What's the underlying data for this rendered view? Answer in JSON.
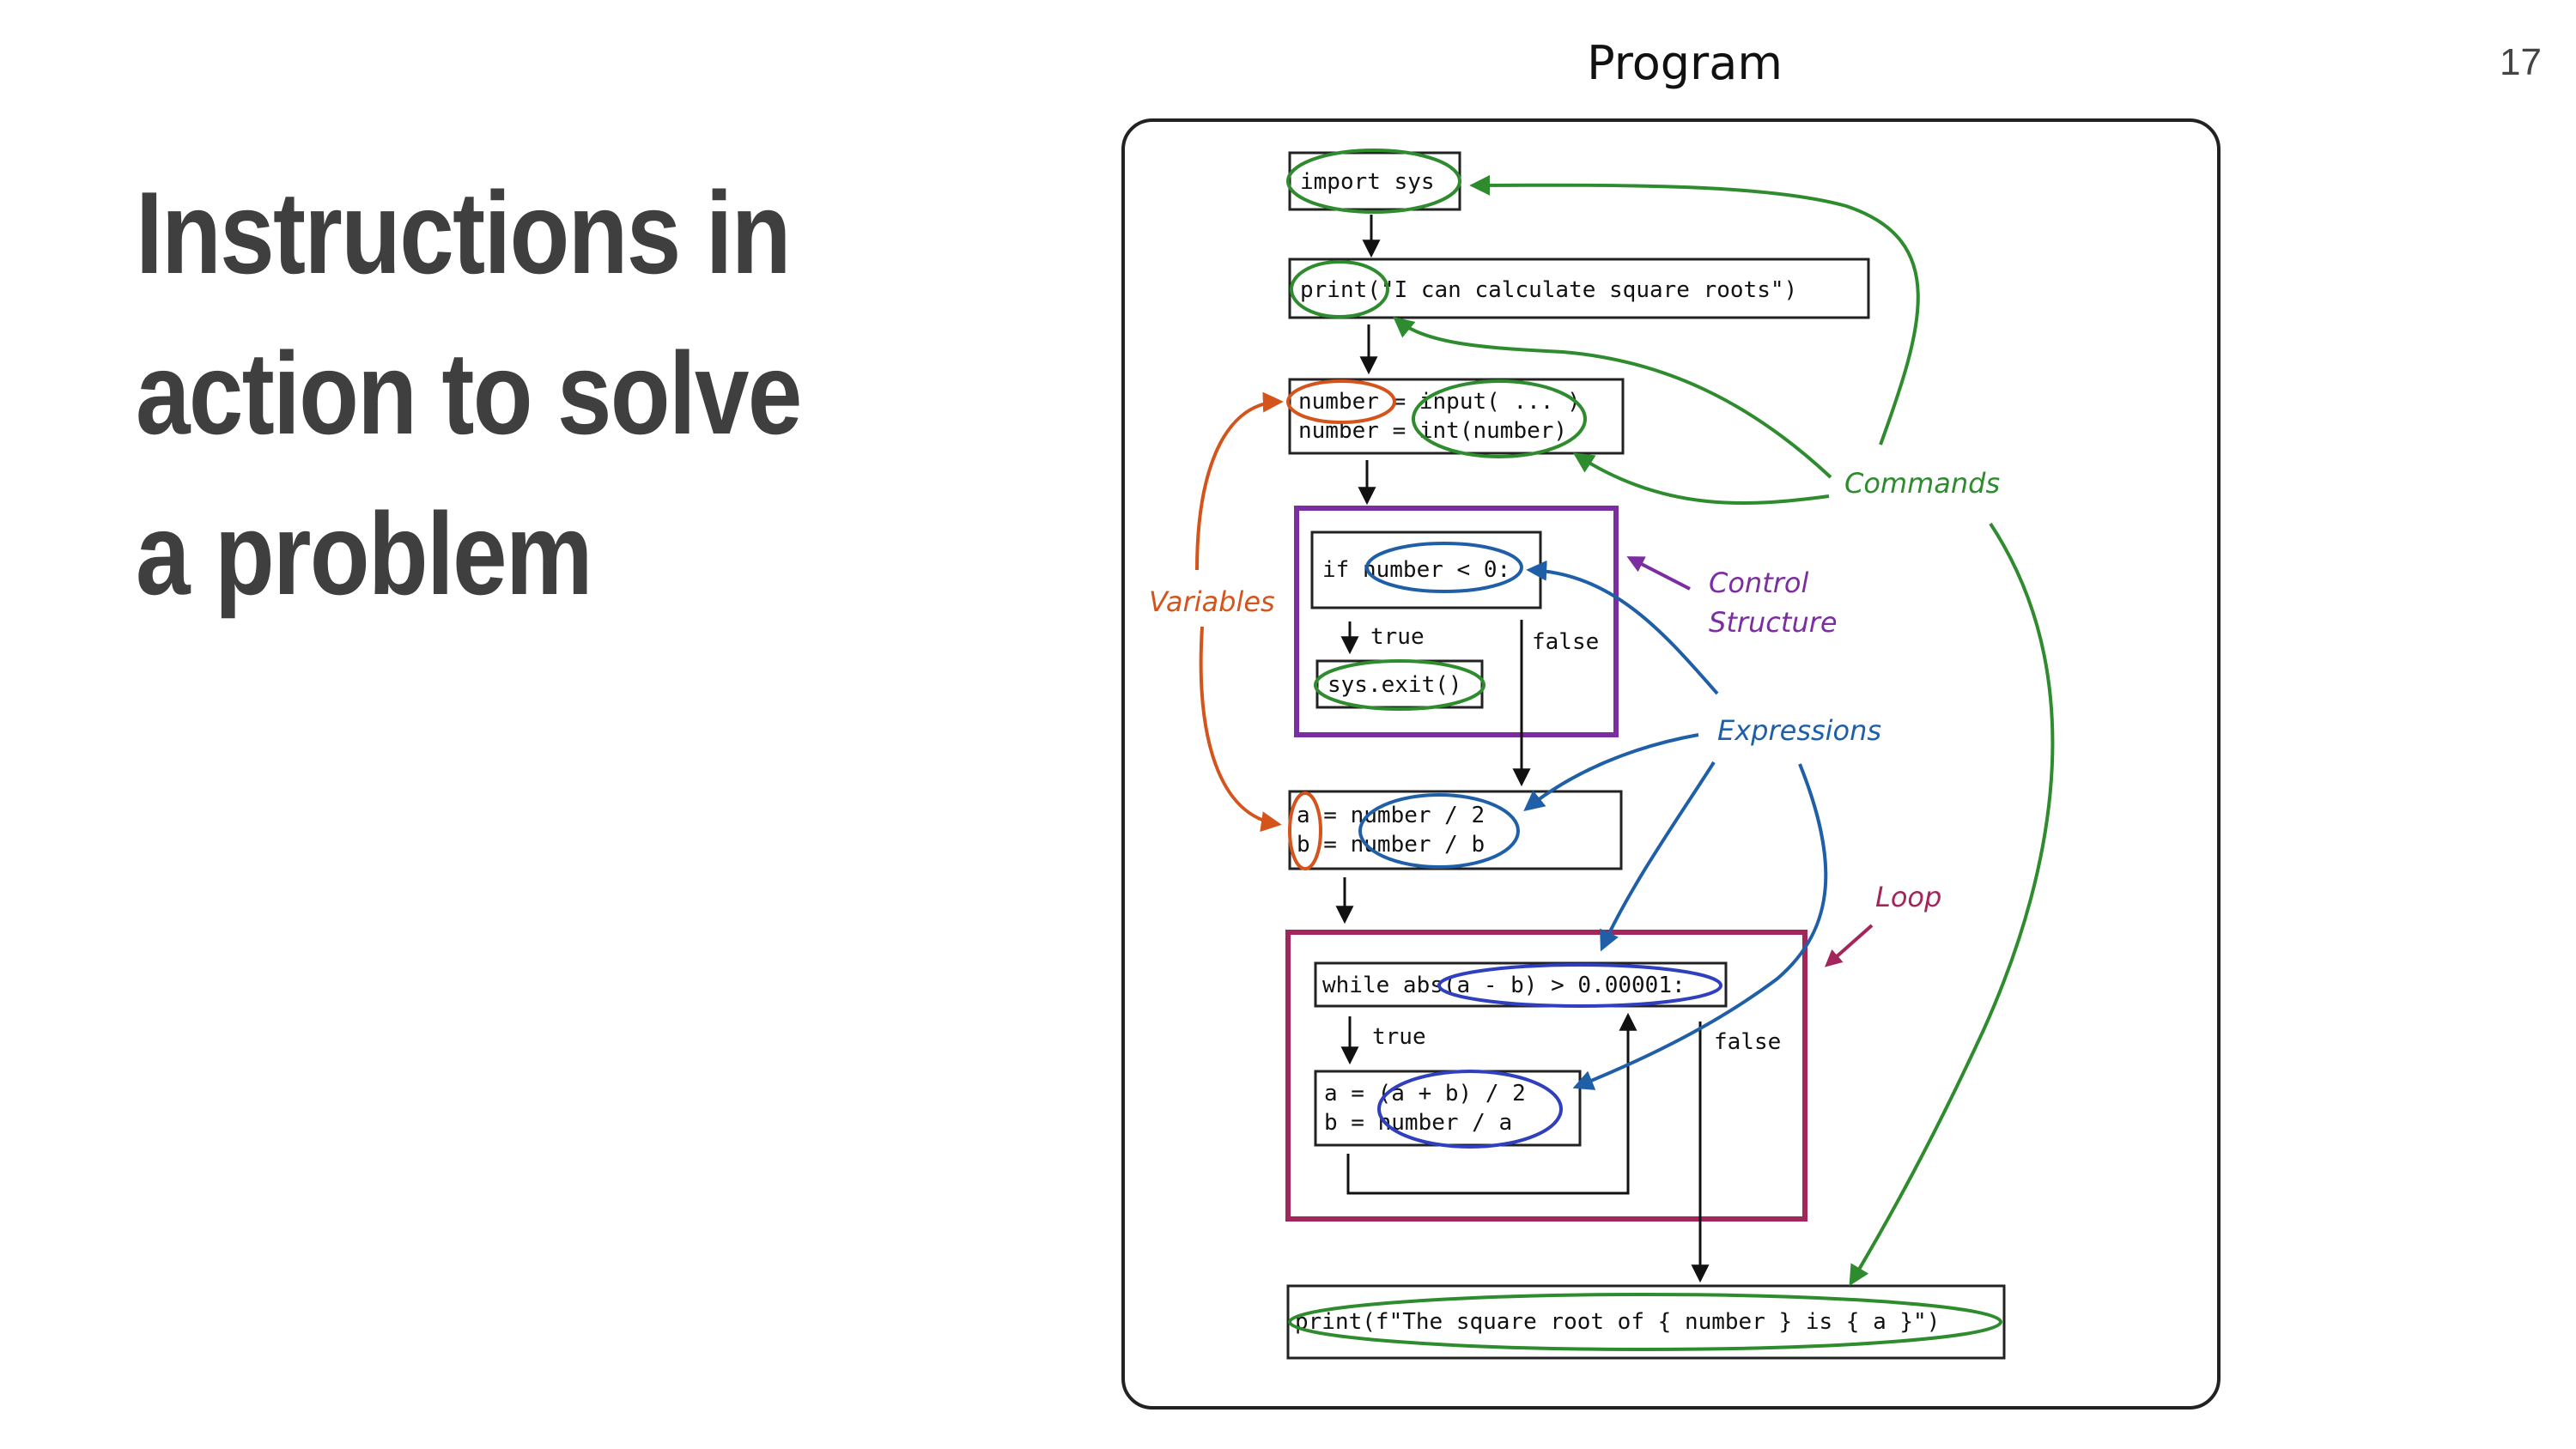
{
  "slide": {
    "title": "Instructions in action to solve a problem",
    "page_number": "17"
  },
  "diagram": {
    "heading": "Program",
    "code": {
      "import": "import sys",
      "print_intro": "print(\"I can calculate square roots\")",
      "input_1": "number = input( ... )",
      "input_2": "number = int(number)",
      "if_line": "if number < 0:",
      "if_true": "true",
      "if_false": "false",
      "exit": "sys.exit()",
      "init_1": "a = number / 2",
      "init_2": "b = number / b",
      "while_line": "while abs(a - b) > 0.00001:",
      "while_true": "true",
      "while_false": "false",
      "body_1": "a = (a + b) / 2",
      "body_2": "b = number / a",
      "final": "print(f\"The square root of { number } is { a }\")"
    },
    "annotations": {
      "commands": "Commands",
      "variables": "Variables",
      "control_1": "Control",
      "control_2": "Structure",
      "expressions": "Expressions",
      "loop": "Loop"
    },
    "colors": {
      "commands": "#2e8b2e",
      "variables": "#d4541b",
      "control": "#7b2ea0",
      "expressions": "#1f5fa8",
      "loop": "#a3265a"
    }
  }
}
